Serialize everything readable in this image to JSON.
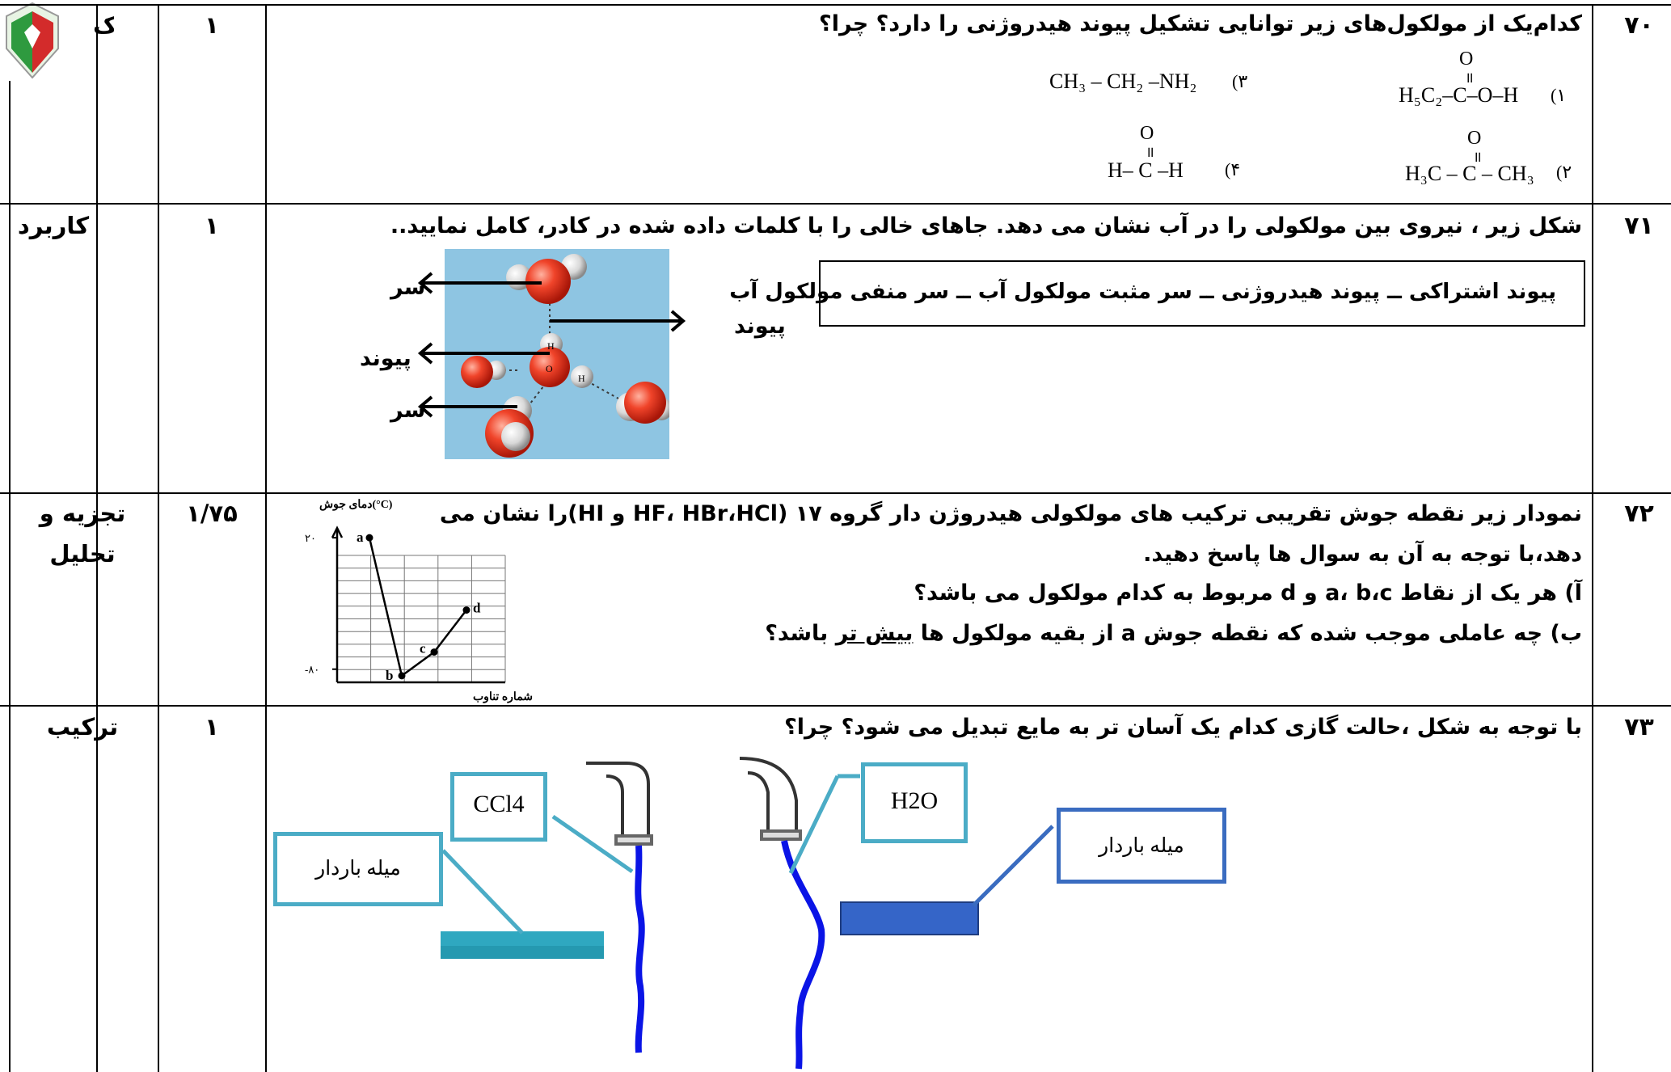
{
  "rows": [
    {
      "number": "۷۰",
      "score": "۱",
      "level": "ک",
      "question": "کدام‌یک از مولکول‌های زیر توانایی تشکیل پیوند هیدروژنی را دارد؟ چرا؟",
      "options": [
        {
          "marker": "(۱",
          "formula": "H₅C₂–C–O–H",
          "top_atom": "O"
        },
        {
          "marker": "(۲",
          "formula": "H₃C – C – CH₃",
          "top_atom": "O"
        },
        {
          "marker": "(۳",
          "formula": "CH₃ – CH₂ –NH₂"
        },
        {
          "marker": "(۴",
          "formula": "H– C –H",
          "top_atom": "O"
        }
      ]
    },
    {
      "number": "۷۱",
      "score": "۱",
      "level": "کاربرد",
      "question": "شکل زیر ، نیروی بین مولکولی را در آب نشان می دهد. جاهای خالی را با کلمات داده شده در کادر، کامل نمایید..",
      "word_box": "پیوند اشتراکی ــ پیوند هیدروژنی ــ سر مثبت مولکول آب ــ سر منفی مولکول آب",
      "figure_labels": [
        "سر",
        "پیوند",
        "سر",
        "پیوند"
      ],
      "figure_atoms": [
        "H",
        "O",
        "H"
      ]
    },
    {
      "number": "۷۲",
      "score": "۱/۷۵",
      "level_line1": "تجزیه و",
      "level_line2": "تحلیل",
      "line1": "نمودار زیر نقطه جوش تقریبی ترکیب های مولکولی هیدروژن دار گروه ۱۷ (HF، HBr،HCl و HI)را نشان می",
      "line2": "دهد،با توجه به آن به سوال ها پاسخ دهید.",
      "line3": "آ) هر یک از نقاط a، b،c و d مربوط به کدام مولکول می باشد؟",
      "line4_pre": "ب) چه عاملی موجب شده که نقطه جوش a از بقیه مولکول ها ",
      "line4_underlined": "بیش تر",
      "line4_post": " باشد؟"
    },
    {
      "number": "۷۳",
      "score": "۱",
      "level": "ترکیب",
      "question": "با توجه به شکل ،حالت گازی کدام یک آسان تر به مایع تبدیل می شود؟ چرا؟",
      "label_ccl4": "CCl4",
      "label_h2o": "H2O",
      "charged_rod_left": "میله باردار",
      "charged_rod_right": "میله باردار"
    }
  ],
  "chart_data": {
    "type": "line",
    "ylabel": "دمای جوش(°C)",
    "xlabel": "شماره تناوب",
    "y_ticks": [
      "۲۰",
      "-۸۰"
    ],
    "ylim": [
      -80,
      20
    ],
    "x": [
      1,
      2,
      3,
      4
    ],
    "points": [
      {
        "label": "a",
        "x": 1,
        "y": 20
      },
      {
        "label": "b",
        "x": 2,
        "y": -85
      },
      {
        "label": "c",
        "x": 3,
        "y": -67
      },
      {
        "label": "d",
        "x": 4,
        "y": -35
      }
    ],
    "grid": true
  },
  "colors": {
    "box_border": "#4bacc6",
    "rod_left": "#2fa8c0",
    "rod_right": "#3565c8",
    "stream": "#0a14e6",
    "figure_bg": "#8ec5e2"
  }
}
